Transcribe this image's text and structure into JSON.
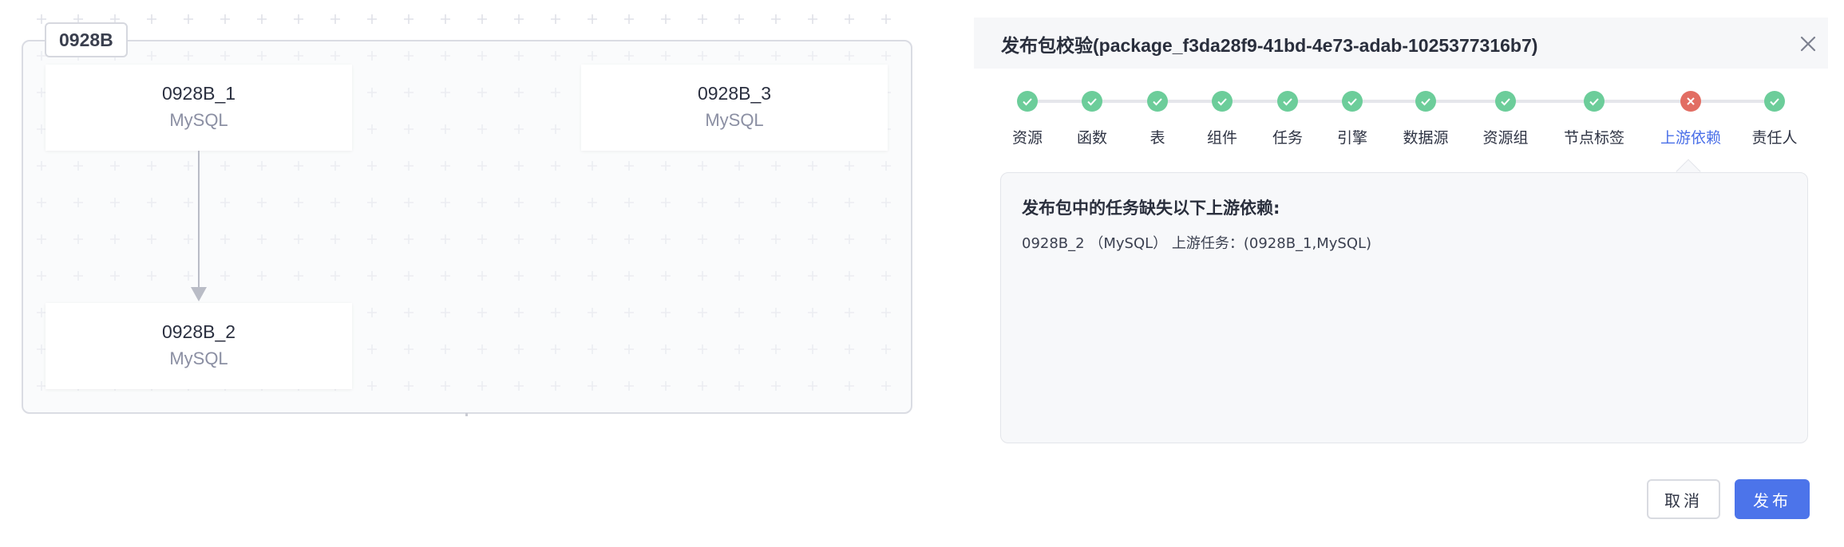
{
  "canvas": {
    "group_label": "0928B",
    "nodes": [
      {
        "name": "0928B_1",
        "type": "MySQL"
      },
      {
        "name": "0928B_3",
        "type": "MySQL"
      },
      {
        "name": "0928B_2",
        "type": "MySQL"
      }
    ],
    "edges": [
      {
        "from": "0928B_1",
        "to": "0928B_2"
      }
    ]
  },
  "modal": {
    "title": "发布包校验(package_f3da28f9-41bd-4e73-adab-1025377316b7)",
    "close_icon": "close-icon",
    "steps": [
      {
        "label": "资源",
        "status": "success"
      },
      {
        "label": "函数",
        "status": "success"
      },
      {
        "label": "表",
        "status": "success"
      },
      {
        "label": "组件",
        "status": "success"
      },
      {
        "label": "任务",
        "status": "success"
      },
      {
        "label": "引擎",
        "status": "success"
      },
      {
        "label": "数据源",
        "status": "success"
      },
      {
        "label": "资源组",
        "status": "success"
      },
      {
        "label": "节点标签",
        "status": "success"
      },
      {
        "label": "上游依赖",
        "status": "error"
      },
      {
        "label": "责任人",
        "status": "success"
      }
    ],
    "active_step": "上游依赖",
    "panel": {
      "heading": "发布包中的任务缺失以下上游依赖:",
      "line": "0928B_2 （MySQL） 上游任务：(0928B_1,MySQL)"
    },
    "cancel_label": "取消",
    "publish_label": "发布"
  },
  "colors": {
    "success": "#6ccd9a",
    "error": "#e26d63",
    "accent": "#4c74ea",
    "active_label": "#4a6fe8"
  }
}
